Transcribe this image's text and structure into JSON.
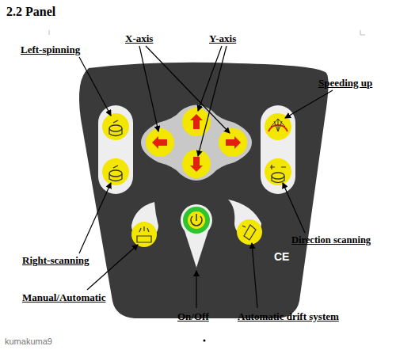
{
  "diagram": {
    "title": "2.2 Panel",
    "labels": [
      "Left-spinning",
      "X-axis",
      "Y-axis",
      "Speeding up",
      "Right-scanning",
      "Direction scanning",
      "Manual/Automatic",
      "CE",
      "On/Off",
      "Automatic drift system",
      "kumakuma9"
    ]
  }
}
